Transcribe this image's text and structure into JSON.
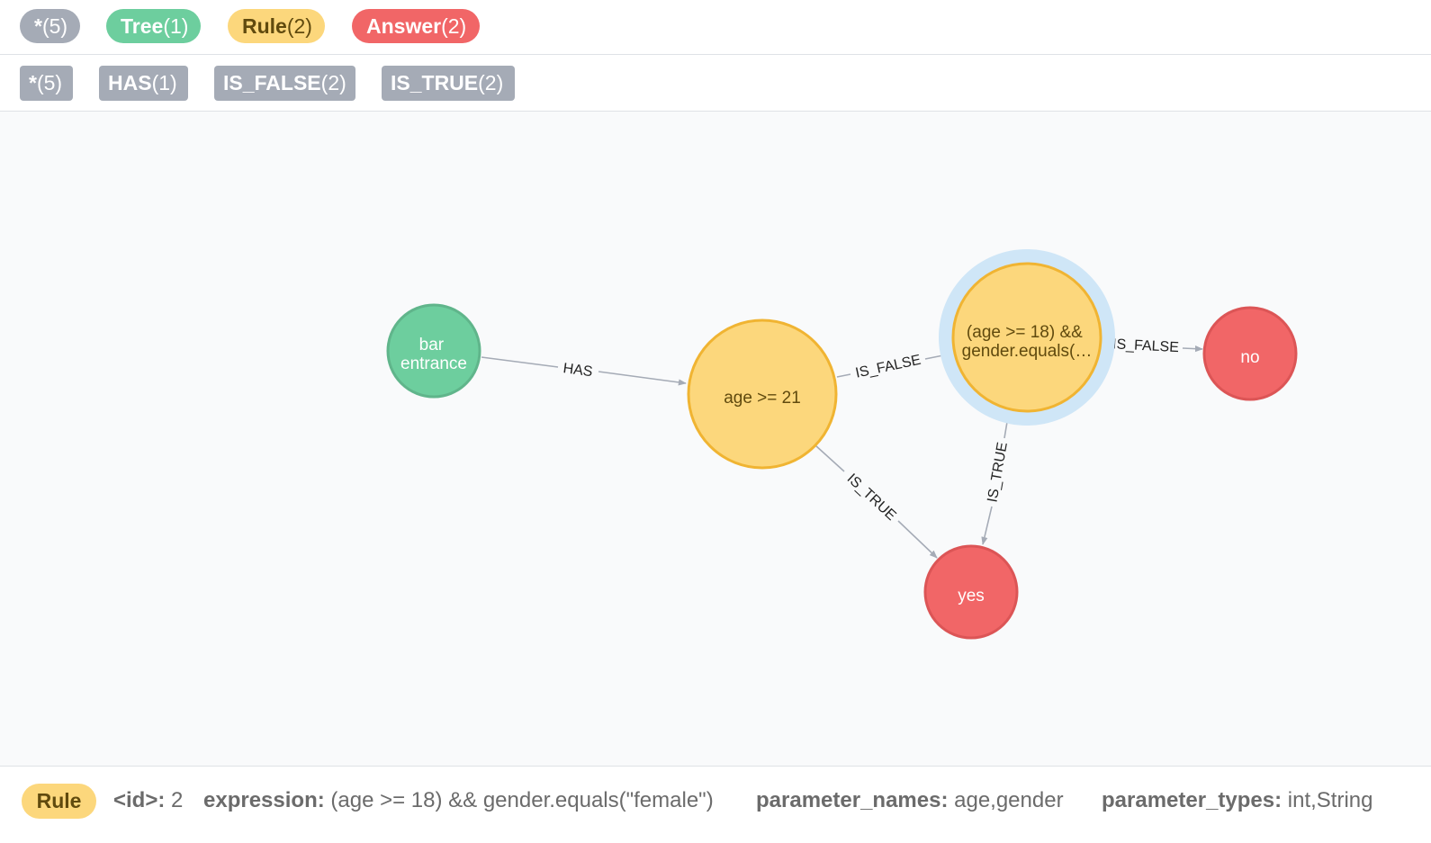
{
  "labels": [
    {
      "name": "*",
      "count": "(5)"
    },
    {
      "name": "Tree",
      "count": "(1)"
    },
    {
      "name": "Rule",
      "count": "(2)"
    },
    {
      "name": "Answer",
      "count": "(2)"
    }
  ],
  "relationship_types": [
    {
      "name": "*",
      "count": "(5)"
    },
    {
      "name": "HAS",
      "count": "(1)"
    },
    {
      "name": "IS_FALSE",
      "count": "(2)"
    },
    {
      "name": "IS_TRUE",
      "count": "(2)"
    }
  ],
  "graph": {
    "nodes": {
      "tree": {
        "line1": "bar",
        "line2": "entrance"
      },
      "rule1": {
        "text": "age >= 21"
      },
      "rule2": {
        "line1": "(age >= 18) &&",
        "line2": "gender.equals(…"
      },
      "no": {
        "text": "no"
      },
      "yes": {
        "text": "yes"
      }
    },
    "edges": {
      "has": "HAS",
      "rule1_false": "IS_FALSE",
      "rule1_true": "IS_TRUE",
      "rule2_false": "IS_FALSE",
      "rule2_true": "IS_TRUE"
    },
    "colors": {
      "tree_fill": "#6dce9e",
      "tree_stroke": "#60b58b",
      "rule_fill": "#fcd77c",
      "rule_stroke": "#f0b432",
      "answer_fill": "#f16667",
      "answer_stroke": "#dc5556",
      "selection_ring": "#cfe6f7",
      "edge": "#a5abb6"
    }
  },
  "selection": {
    "label": "Rule",
    "id_key": "<id>:",
    "id_value": "2",
    "expression_key": "expression:",
    "expression_value": "(age >= 18) && gender.equals(\"female\")",
    "parameter_names_key": "parameter_names:",
    "parameter_names_value": "age,gender",
    "parameter_types_key": "parameter_types:",
    "parameter_types_value": "int,String"
  }
}
